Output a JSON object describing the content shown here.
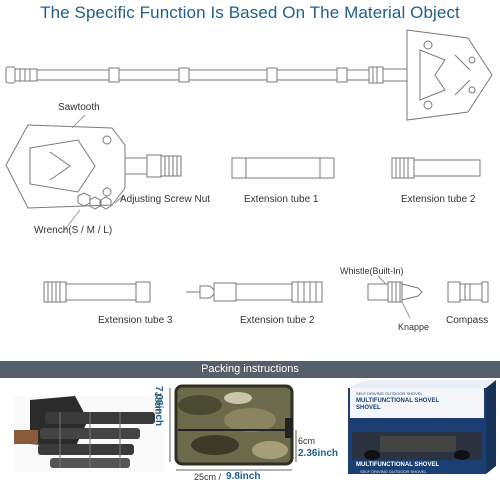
{
  "title": "The Specific Function Is Based On The Material Object",
  "labels": {
    "sawtooth": "Sawtooth",
    "adjusting_screw_nut": "Adjusting Screw Nut",
    "extension_tube_1": "Extension tube 1",
    "extension_tube_2_top": "Extension tube 2",
    "wrench": "Wrench(S / M / L)",
    "extension_tube_3": "Extension tube 3",
    "extension_tube_2_bottom": "Extension tube 2",
    "whistle": "Whistle(Built-In)",
    "knappe": "Knappe",
    "compass": "Compass"
  },
  "packing": {
    "band_title": "Packing instructions",
    "height_cm": "18cm",
    "height_inch": "7.08inch",
    "depth_cm": "6cm",
    "depth_inch": "2.36inch",
    "width_cm": "25cm /",
    "width_inch": "9.8inch"
  },
  "box": {
    "small_caption": "SELF DRIVING OUTDOOR SHOVEL",
    "brand_line1": "MULTIFUNCTIONAL SHOVEL",
    "brand_line2": "SHOVEL",
    "front_line1": "MULTIFUNCTIONAL SHOVEL",
    "front_line2": "SELF DRIVING OUTDOOR SHOVEL"
  },
  "colors": {
    "title": "#1f5f8b",
    "band": "#55606b",
    "box_blue": "#1c3f73",
    "line_art": "#777777"
  }
}
